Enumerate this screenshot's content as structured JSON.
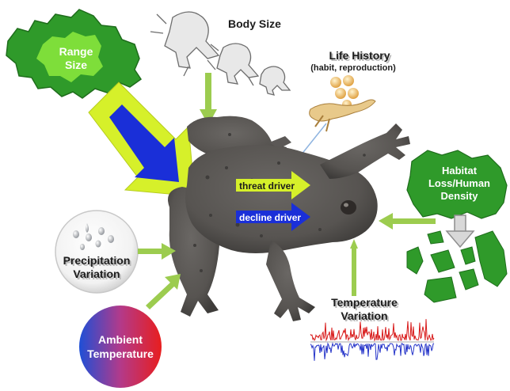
{
  "factors": {
    "range_size": [
      "Range",
      "Size"
    ],
    "body_size": "Body Size",
    "life_history": [
      "Life History",
      "(habit, reproduction)"
    ],
    "habitat": [
      "Habitat",
      "Loss/Human",
      "Density"
    ],
    "precipitation": [
      "Precipitation",
      "Variation"
    ],
    "ambient_temperature": [
      "Ambient",
      "Temperature"
    ],
    "temperature_variation": [
      "Temperature",
      "Variation"
    ]
  },
  "legend": {
    "threat_driver": "threat driver",
    "decline_driver": "decline driver"
  },
  "colors": {
    "threat": "#d6f02a",
    "decline": "#1a2fd8",
    "map_green": "#2f9a2a",
    "map_light": "#7ede3a",
    "frog": "#5b5856",
    "connector": "#9ccc4f",
    "line_red": "#d81b1b",
    "line_blue": "#2534c9"
  },
  "icons": [
    "frog-illustration",
    "tree-frog-sketch-icon",
    "tadpole-icon",
    "egg-cluster-icon",
    "rain-drops-icon",
    "fragmented-habitat-icon",
    "range-map-icon"
  ]
}
